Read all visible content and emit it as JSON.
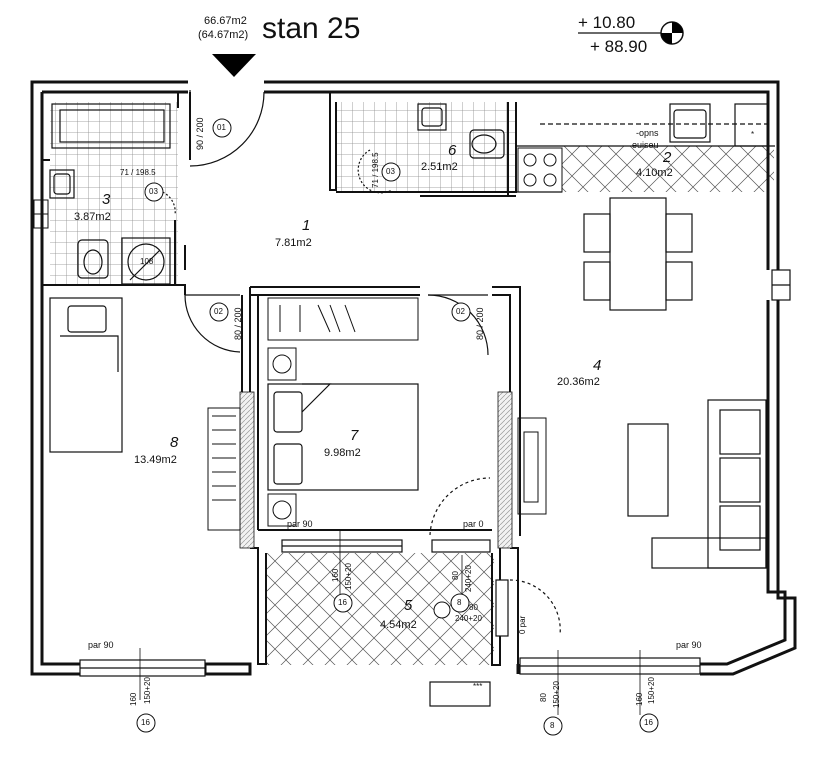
{
  "header": {
    "area_gross": "66.67m2",
    "area_net": "(64.67m2)",
    "title": "stan 25",
    "level_top": "+   10.80",
    "level_bottom": "+ 88.90"
  },
  "rooms": [
    {
      "num": "1",
      "area": "7.81m2"
    },
    {
      "num": "2",
      "area": "4.10m2"
    },
    {
      "num": "3",
      "area": "3.87m2"
    },
    {
      "num": "4",
      "area": "20.36m2"
    },
    {
      "num": "5",
      "area": "4.54m2"
    },
    {
      "num": "6",
      "area": "2.51m2"
    },
    {
      "num": "7",
      "area": "9.98m2"
    },
    {
      "num": "8",
      "area": "13.49m2"
    }
  ],
  "doors": {
    "entry_size": "90 / 200",
    "entry_tag": "01",
    "bath_size": "71 / 198.5",
    "bath_tag": "03",
    "wc_size": "71 / 198.5",
    "wc_tag": "03",
    "bed8_size": "80 / 200",
    "bed8_tag": "02",
    "bed7_size": "80 / 200",
    "bed7_tag": "02"
  },
  "fixtures": {
    "boiler": "108",
    "kitchen_note_1": "-opns",
    "kitchen_note_2": "euiseu",
    "star_1": "*",
    "stars_3": "***"
  },
  "windows": {
    "par90_a": "par 90",
    "par90_b": "par 90",
    "par90_c": "par 90",
    "par0": "par 0",
    "w160": "160",
    "w150": "150+20",
    "tag16": "16",
    "w80": "80",
    "w240": "240+20",
    "tag8": "8",
    "balcony_door_label": "0 par",
    "door80": "80"
  },
  "colors": {
    "wall": "#111111",
    "tile": "#8a8a8a",
    "accent": "#000000"
  }
}
